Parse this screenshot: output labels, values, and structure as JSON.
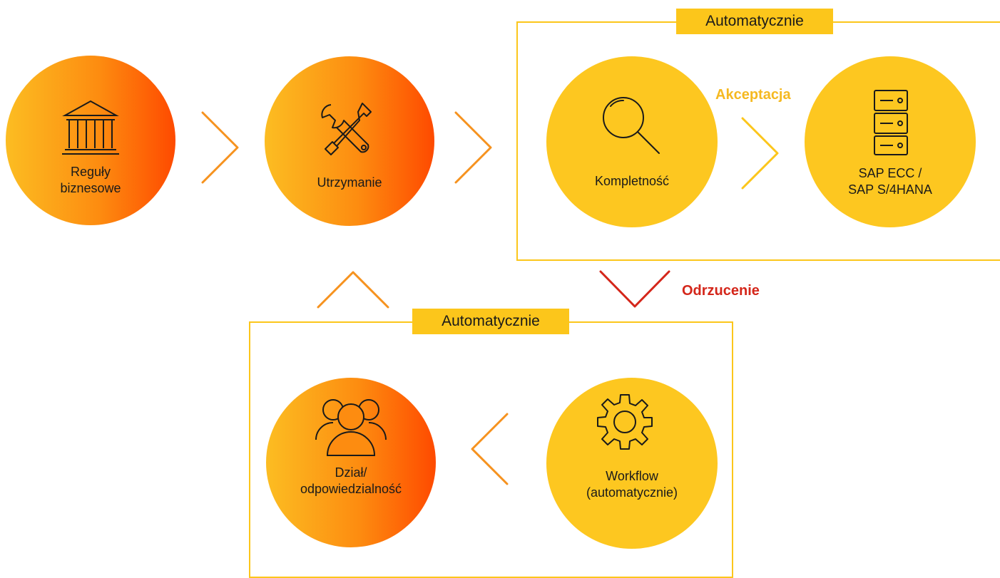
{
  "groups": {
    "automatic_top": "Automatycznie",
    "automatic_bottom": "Automatycznie"
  },
  "nodes": {
    "business_rules": {
      "line1": "Reguły",
      "line2": "biznesowe",
      "icon": "bank-building-icon"
    },
    "maintenance": {
      "line1": "Utrzymanie",
      "icon": "wrench-screwdriver-icon"
    },
    "completeness": {
      "line1": "Kompletność",
      "icon": "magnifier-icon"
    },
    "sap": {
      "line1": "SAP ECC /",
      "line2": "SAP S/4HANA",
      "icon": "server-icon"
    },
    "department": {
      "line1": "Dział/",
      "line2": "odpowiedzialność",
      "icon": "users-group-icon"
    },
    "workflow": {
      "line1": "Workflow",
      "line2": "(automatycznie)",
      "icon": "gear-icon"
    }
  },
  "edges": {
    "accept_label": "Akceptacja",
    "reject_label": "Odrzucenie"
  },
  "colors": {
    "orange_start": "#fcbd22",
    "orange_end": "#fe4a00",
    "yellow": "#fdc720",
    "accept": "#f5b921",
    "reject": "#d4261a",
    "frame": "#fcc61b"
  }
}
